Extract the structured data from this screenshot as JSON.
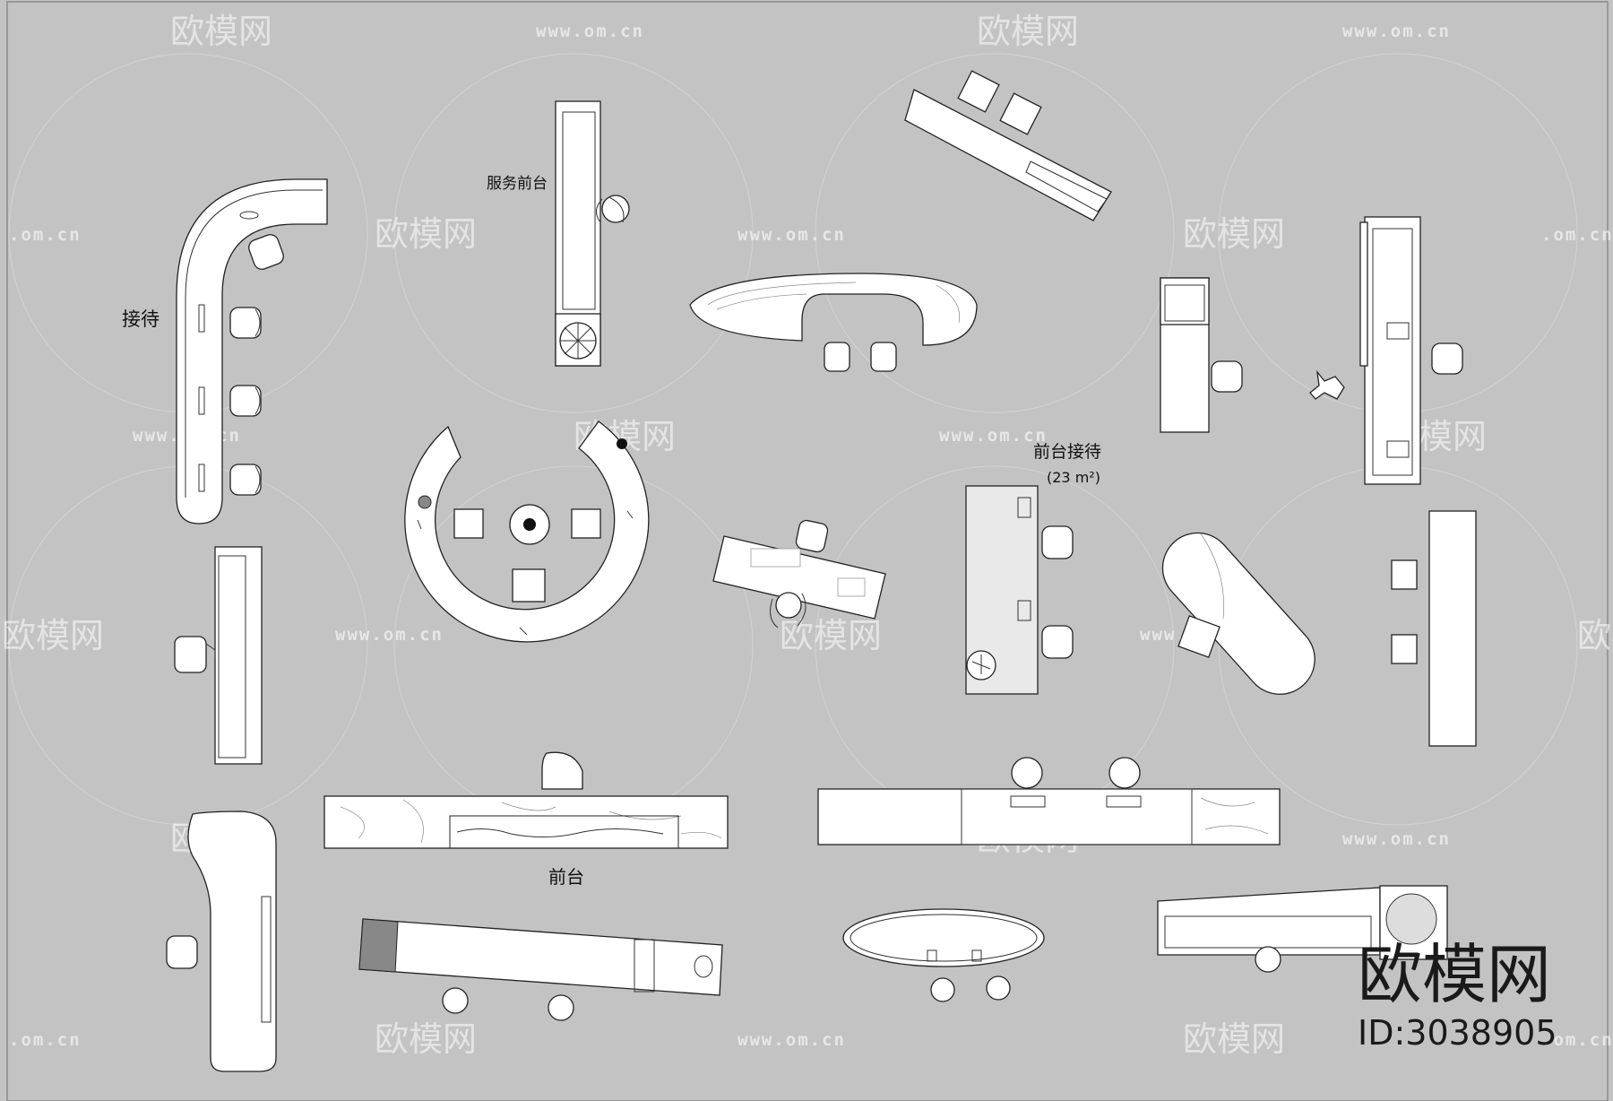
{
  "labels": {
    "reception": "接待",
    "service_desk": "服务前台",
    "front_reception": "前台接待",
    "area": "(23 m²)",
    "front_desk": "前台"
  },
  "watermark": {
    "brand": "欧模网",
    "url": "www.om.cn",
    "url_partial": ".om.cn",
    "brand_partial": "欧模网"
  },
  "brand_block": {
    "logo_text": "欧模网",
    "id_text": "ID:3038905"
  },
  "colors": {
    "background": "#c3c3c3",
    "furniture": "#ffffff",
    "line": "#222222"
  }
}
